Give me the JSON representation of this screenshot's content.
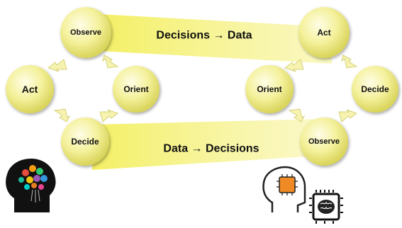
{
  "colors": {
    "node_fill": "#f2ef9a",
    "node_highlight": "#fffde0",
    "node_edge": "#d8d35a",
    "banner": "#f4f06a",
    "arrow": "#f6f3b0",
    "arrow_edge": "#dcd77a"
  },
  "left_loop": {
    "observe": "Observe",
    "orient": "Orient",
    "decide": "Decide",
    "act": "Act"
  },
  "right_loop": {
    "act": "Act",
    "decide": "Decide",
    "observe": "Observe",
    "orient": "Orient"
  },
  "banners": {
    "top": "Decisions → Data",
    "bottom": "Data → Decisions"
  },
  "icons": {
    "human": "colorful-brain-head-icon",
    "machine": "ai-chip-head-icon",
    "chip": "brain-chip-icon"
  }
}
